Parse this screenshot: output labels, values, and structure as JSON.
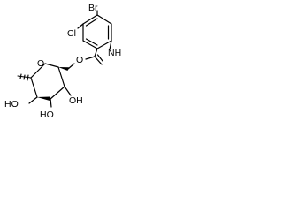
{
  "molecule": {
    "atoms": {
      "br": "Br",
      "cl": "Cl",
      "nh": "NH",
      "o_glyco": "O",
      "o_ring": "O",
      "oh_c4": "HO",
      "oh_c3": "HO",
      "oh_c2": "OH"
    }
  }
}
